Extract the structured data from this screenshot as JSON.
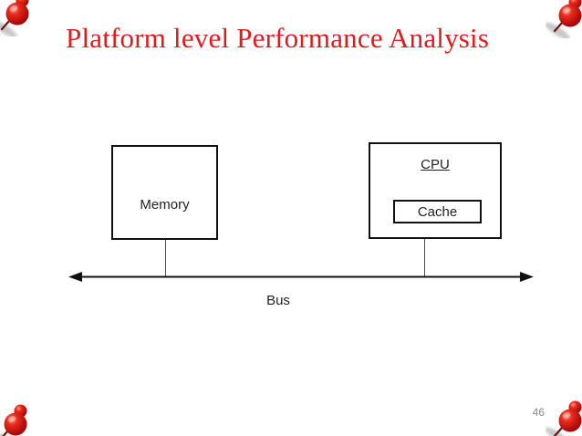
{
  "slide": {
    "title": "Platform level Performance Analysis",
    "page_number": "46"
  },
  "diagram": {
    "memory_label": "Memory",
    "cpu_label": "CPU",
    "cache_label": "Cache",
    "bus_label": "Bus"
  },
  "icons": {
    "corner_decoration": "red-pushpin-icon"
  },
  "colors": {
    "title_red": "#e01b1b",
    "pin_red": "#c00b0b",
    "box_border_black": "#111111",
    "connector_gray": "#4d4d4d",
    "page_number_gray": "#8a8a8a",
    "background": "#ffffff"
  }
}
